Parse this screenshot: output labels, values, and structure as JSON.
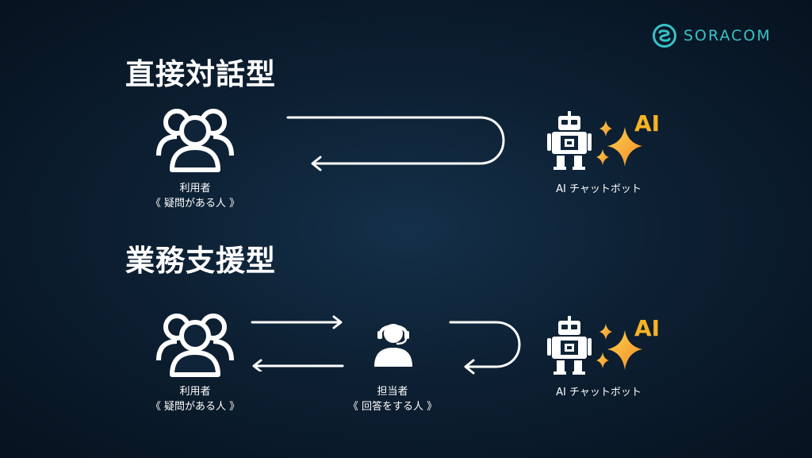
{
  "logo": {
    "text": "SORACOM"
  },
  "direct": {
    "title": "直接対話型",
    "user_label_1": "利用者",
    "user_label_2": "《 疑問がある人 》",
    "bot_label": "AI チャットボット",
    "ai_badge": "AI"
  },
  "support": {
    "title": "業務支援型",
    "user_label_1": "利用者",
    "user_label_2": "《 疑問がある人 》",
    "staff_label_1": "担当者",
    "staff_label_2": "《 回答をする人 》",
    "bot_label": "AI チャットボット",
    "ai_badge": "AI"
  },
  "colors": {
    "accent_logo": "#36c3c8",
    "ai_gold": "#f6b324",
    "sparkle_orange": "#f08a2c"
  }
}
